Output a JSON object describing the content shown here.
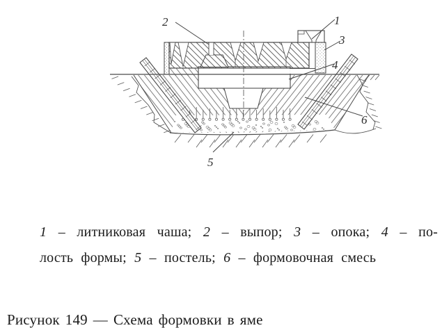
{
  "figure": {
    "ink_color": "#4a4a4a",
    "callouts": {
      "c1": "1",
      "c2": "2",
      "c3": "3",
      "c4": "4",
      "c5": "5",
      "c6": "6"
    }
  },
  "legend": {
    "line1": [
      {
        "num": "1",
        "text": "– литниковая чаша;"
      },
      {
        "num": "2",
        "text": "– выпор;"
      },
      {
        "num": "3",
        "text": "– опока;"
      },
      {
        "num": "4",
        "text": "– по-"
      }
    ],
    "line2_prefix": "лость формы;",
    "line2": [
      {
        "num": "5",
        "text": "– постель;"
      },
      {
        "num": "6",
        "text": "– формовочная смесь"
      }
    ]
  },
  "caption": "Рисунок 149 — Схема формовки в яме"
}
